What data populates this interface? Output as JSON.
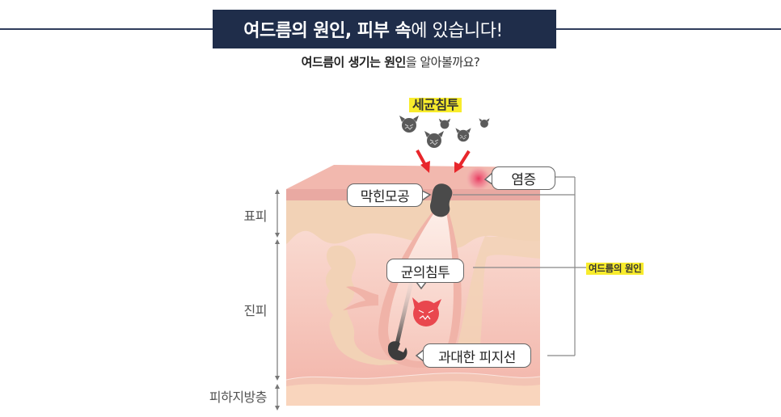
{
  "header": {
    "title_segments": [
      {
        "text": "여드름의 원인, 피부 속",
        "weight": "bold"
      },
      {
        "text": "에 있습니다!",
        "weight": "light"
      }
    ],
    "subtitle_segments": [
      {
        "text": "여드름이 생기는 원인",
        "weight": "bold"
      },
      {
        "text": "을 알아볼까요?",
        "weight": "light"
      }
    ]
  },
  "layers": [
    {
      "label": "표피"
    },
    {
      "label": "진피"
    },
    {
      "label": "피하지방층"
    }
  ],
  "labels": {
    "bacteria_invasion": "세균침투",
    "inflammation": "염증",
    "clogged_pore": "막힌모공",
    "bacteria_penetration": "균의침투",
    "excess_sebum": "과대한 피지선",
    "acne_cause": "여드름의 원인"
  },
  "colors": {
    "banner": "#1f2d4a",
    "highlight": "#f8ec2c",
    "epidermis_top": "#eaa9a3",
    "epidermis": "#f2d2b6",
    "dermis": "#f6c9be",
    "subcutaneous": "#f9d5bd",
    "bacteria_gray": "#5a5a5a",
    "bacteria_red": "#e9474e",
    "arrow_red": "#e8262b"
  }
}
